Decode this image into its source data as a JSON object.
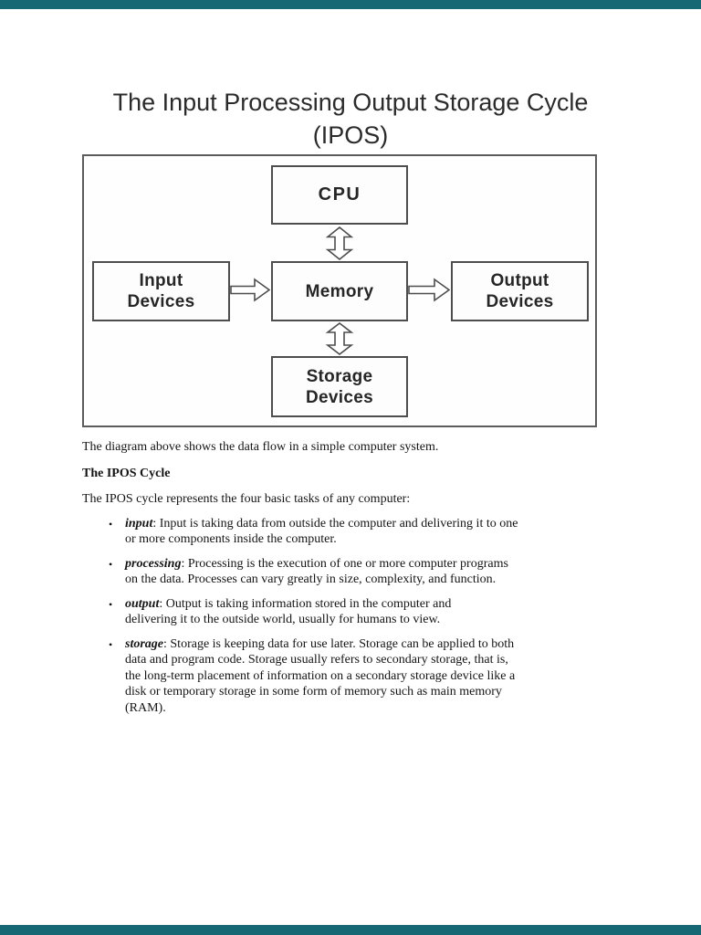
{
  "colors": {
    "viewer_edge": "#156874",
    "diagram_border": "#5c5c5c",
    "node_border": "#4d4d4d",
    "text": "#141414"
  },
  "title": {
    "line1": "The Input Processing Output Storage Cycle",
    "line2": "(IPOS)"
  },
  "diagram": {
    "nodes": {
      "cpu": "CPU",
      "memory": "Memory",
      "input": "Input\nDevices",
      "output": "Output\nDevices",
      "storage": "Storage\nDevices"
    }
  },
  "body": {
    "caption": "The diagram above shows the data flow in a simple computer system.",
    "heading": "The IPOS Cycle",
    "intro": "The IPOS cycle represents the four basic tasks of any computer:",
    "bullet_marker": "•",
    "bullets": [
      {
        "keyword": "input",
        "text": ": Input is taking data from outside the computer and delivering it to one\nor more components inside the computer."
      },
      {
        "keyword": "processing",
        "text": ": Processing is the execution of one or more computer programs\non the data. Processes can vary greatly in size, complexity, and function."
      },
      {
        "keyword": "output",
        "text": ": Output is taking information stored in the computer and\ndelivering it to the outside world, usually for humans to view."
      },
      {
        "keyword": "storage",
        "text": ": Storage is keeping data for use later. Storage can be applied to both\ndata and program code. Storage usually refers to secondary storage, that is,\nthe long-term placement of information on a secondary storage device like a\ndisk or temporary storage in some form of memory such as main memory\n(RAM)."
      }
    ]
  }
}
